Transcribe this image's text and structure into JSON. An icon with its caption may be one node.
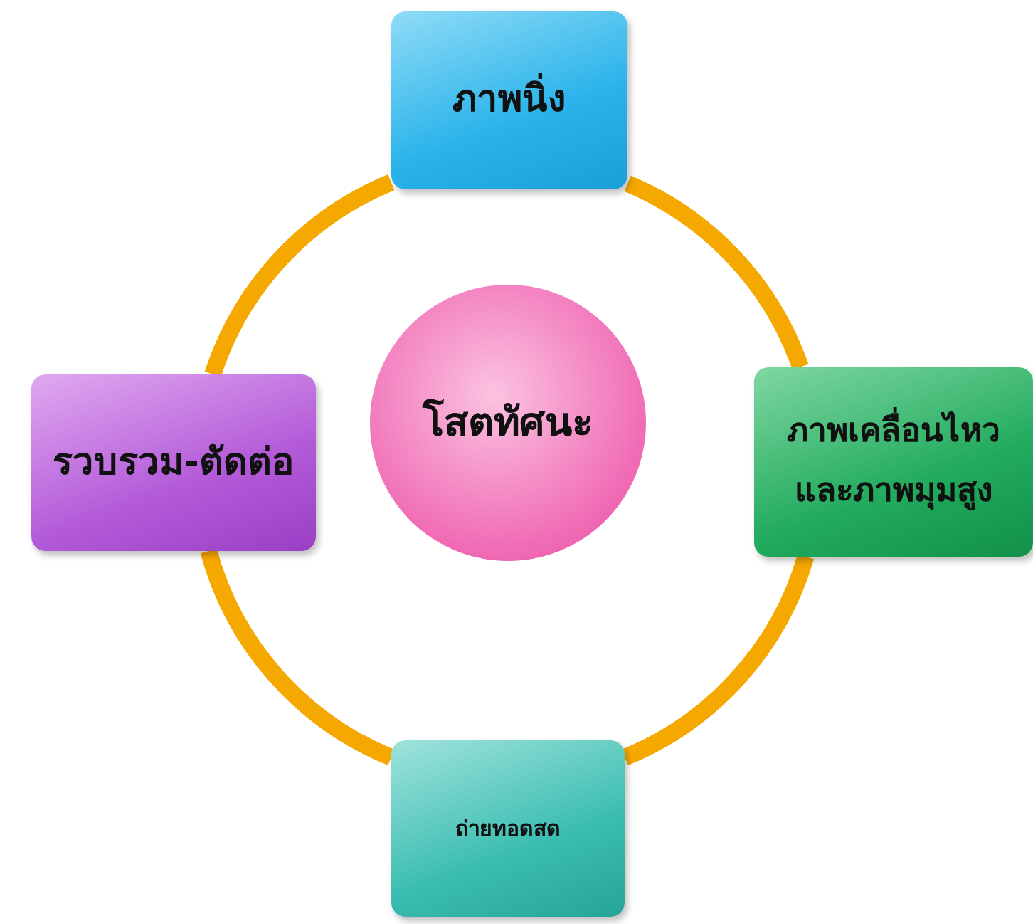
{
  "diagram": {
    "nodes": [
      {
        "text": [
          "ภาพนิ่ง"
        ]
      },
      {
        "text": [
          "รวบรวม-ตัดต่อ"
        ]
      },
      {
        "text": [
          "โสตทัศนะ"
        ]
      },
      {
        "text": [
          "ภาพเคลื่อนไหวและภาพมุมสูง"
        ]
      },
      {
        "text": [
          "ถ่ายทอดสด"
        ]
      }
    ],
    "edges": [
      {
        "from": 0,
        "to": 3,
        "arrow": "none"
      },
      {
        "from": 3,
        "to": 4,
        "arrow": "none"
      },
      {
        "from": 4,
        "to": 1,
        "arrow": "none"
      },
      {
        "from": 1,
        "to": 0,
        "arrow": "none"
      }
    ]
  }
}
